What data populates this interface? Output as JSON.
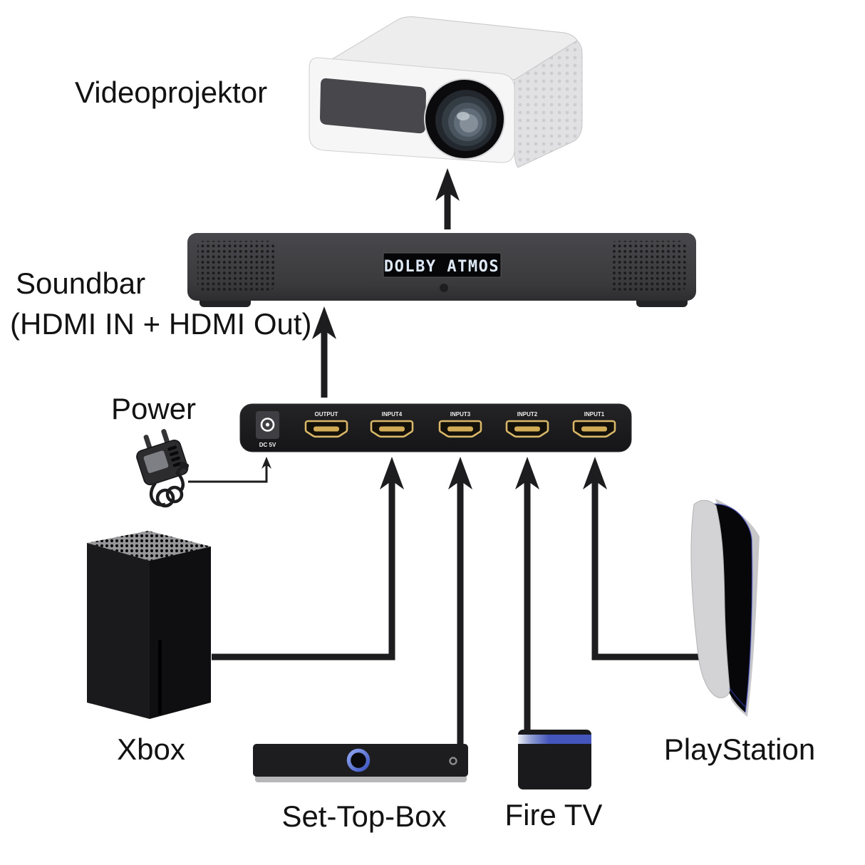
{
  "diagram_title": "HDMI switch home-cinema hookup diagram",
  "labels": {
    "projector": "Videoprojektor",
    "soundbar_line1": "Soundbar",
    "soundbar_line2": "(HDMI IN + HDMI Out)",
    "power": "Power",
    "xbox": "Xbox",
    "settopbox": "Set-Top-Box",
    "firetv": "Fire TV",
    "playstation": "PlayStation"
  },
  "soundbar": {
    "display_text": "DOLBY ATMOS"
  },
  "switch": {
    "power_port_label": "DC 5V",
    "ports": [
      {
        "label": "OUTPUT"
      },
      {
        "label": "INPUT4"
      },
      {
        "label": "INPUT3"
      },
      {
        "label": "INPUT2"
      },
      {
        "label": "INPUT1"
      }
    ]
  },
  "connections": [
    {
      "from": "Power adapter",
      "to": "HDMI switch DC 5V"
    },
    {
      "from": "HDMI switch OUTPUT",
      "to": "Soundbar"
    },
    {
      "from": "Soundbar",
      "to": "Videoprojektor"
    },
    {
      "from": "Xbox",
      "to": "HDMI switch INPUT4"
    },
    {
      "from": "Set-Top-Box",
      "to": "HDMI switch INPUT3"
    },
    {
      "from": "Fire TV",
      "to": "HDMI switch INPUT2"
    },
    {
      "from": "PlayStation",
      "to": "HDMI switch INPUT1"
    }
  ],
  "colors": {
    "background": "#ffffff",
    "arrow": "#1d1d1f",
    "soundbar_body": "#3e3e41",
    "switch_body": "#1c1c1e",
    "hdmi_gold": "#d8b768",
    "lcd_text": "#dde8f4",
    "stb_ring_blue": "#5570d6",
    "firetv_stripe_blue": "#4456bb"
  }
}
